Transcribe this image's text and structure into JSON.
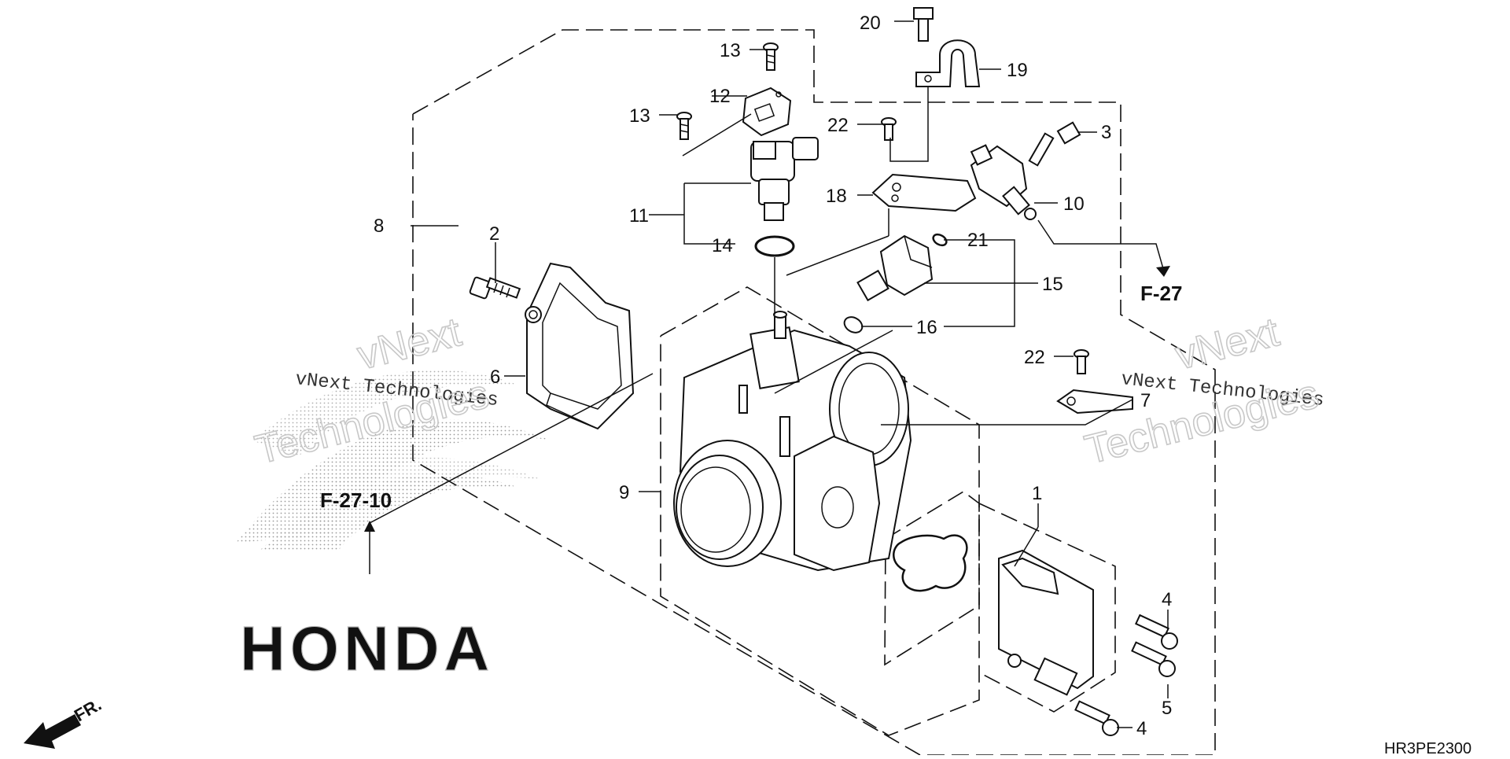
{
  "diagram": {
    "part_labels": {
      "p1": "1",
      "p2": "2",
      "p3": "3",
      "p4a": "4",
      "p4b": "4",
      "p5": "5",
      "p6": "6",
      "p7": "7",
      "p8": "8",
      "p9": "9",
      "p10": "10",
      "p11": "11",
      "p12": "12",
      "p13a": "13",
      "p13b": "13",
      "p14": "14",
      "p15": "15",
      "p16": "16",
      "p18": "18",
      "p19": "19",
      "p20": "20",
      "p21": "21",
      "p22a": "22",
      "p22b": "22"
    },
    "references": {
      "f27": "F-27",
      "f27_10": "F-27-10"
    },
    "direction_label": "FR.",
    "diagram_code": "HR3PE2300"
  },
  "watermark": {
    "text_a": "vNext Technologies",
    "text_b1": "vNext",
    "text_b2": "Technologies",
    "brand": "HONDA"
  }
}
